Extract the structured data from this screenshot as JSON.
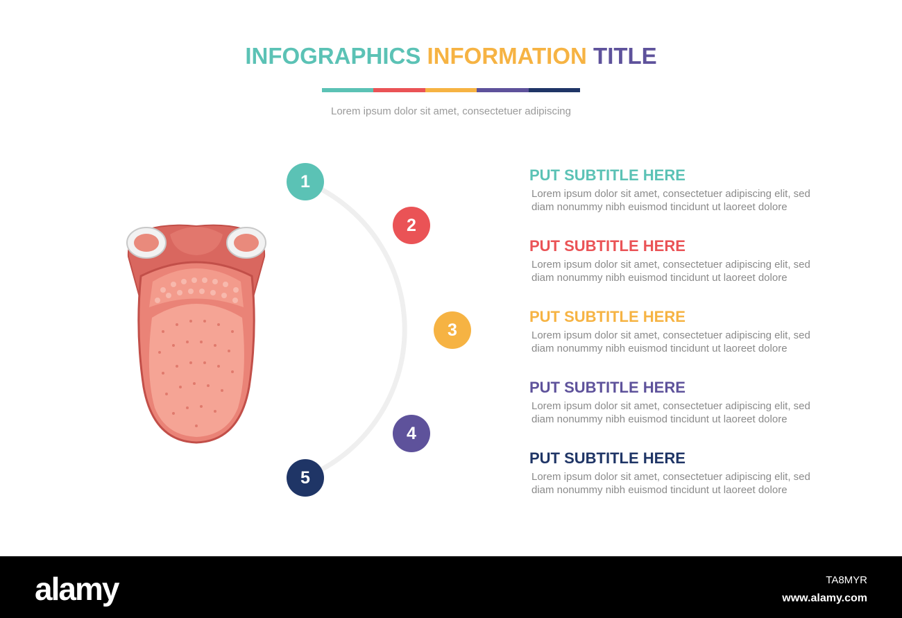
{
  "header": {
    "title_part1": "INFOGRAPHICS",
    "title_part2": "INFORMATION",
    "title_part3": "TITLE",
    "subtitle": "Lorem ipsum dolor sit amet, consectetuer adipiscing"
  },
  "colors": {
    "teal": "#5bc2b5",
    "red": "#ea5356",
    "yellow": "#f6b343",
    "purple": "#5e529b",
    "navy": "#1f3566",
    "arc": "#efefef"
  },
  "steps": [
    {
      "number": "1",
      "title": "PUT SUBTITLE HERE",
      "line1": "Lorem ipsum dolor sit amet, consectetuer adipiscing elit, sed",
      "line2": "diam nonummy nibh euismod tincidunt ut laoreet dolore",
      "color": "#5bc2b5"
    },
    {
      "number": "2",
      "title": "PUT SUBTITLE HERE",
      "line1": "Lorem ipsum dolor sit amet, consectetuer adipiscing elit, sed",
      "line2": "diam nonummy nibh euismod tincidunt ut laoreet dolore",
      "color": "#ea5356"
    },
    {
      "number": "3",
      "title": "PUT SUBTITLE HERE",
      "line1": "Lorem ipsum dolor sit amet, consectetuer adipiscing elit, sed",
      "line2": "diam nonummy nibh euismod tincidunt ut laoreet dolore",
      "color": "#f6b343"
    },
    {
      "number": "4",
      "title": "PUT SUBTITLE HERE",
      "line1": "Lorem ipsum dolor sit amet, consectetuer adipiscing elit, sed",
      "line2": "diam nonummy nibh euismod tincidunt ut laoreet dolore",
      "color": "#5e529b"
    },
    {
      "number": "5",
      "title": "PUT SUBTITLE HERE",
      "line1": "Lorem ipsum dolor sit amet, consectetuer adipiscing elit, sed",
      "line2": "diam nonummy nibh euismod tincidunt ut laoreet dolore",
      "color": "#1f3566"
    }
  ],
  "illustration": {
    "icon": "tongue-icon"
  },
  "footer": {
    "logo": "alamy",
    "image_id": "TA8MYR",
    "url": "www.alamy.com"
  }
}
